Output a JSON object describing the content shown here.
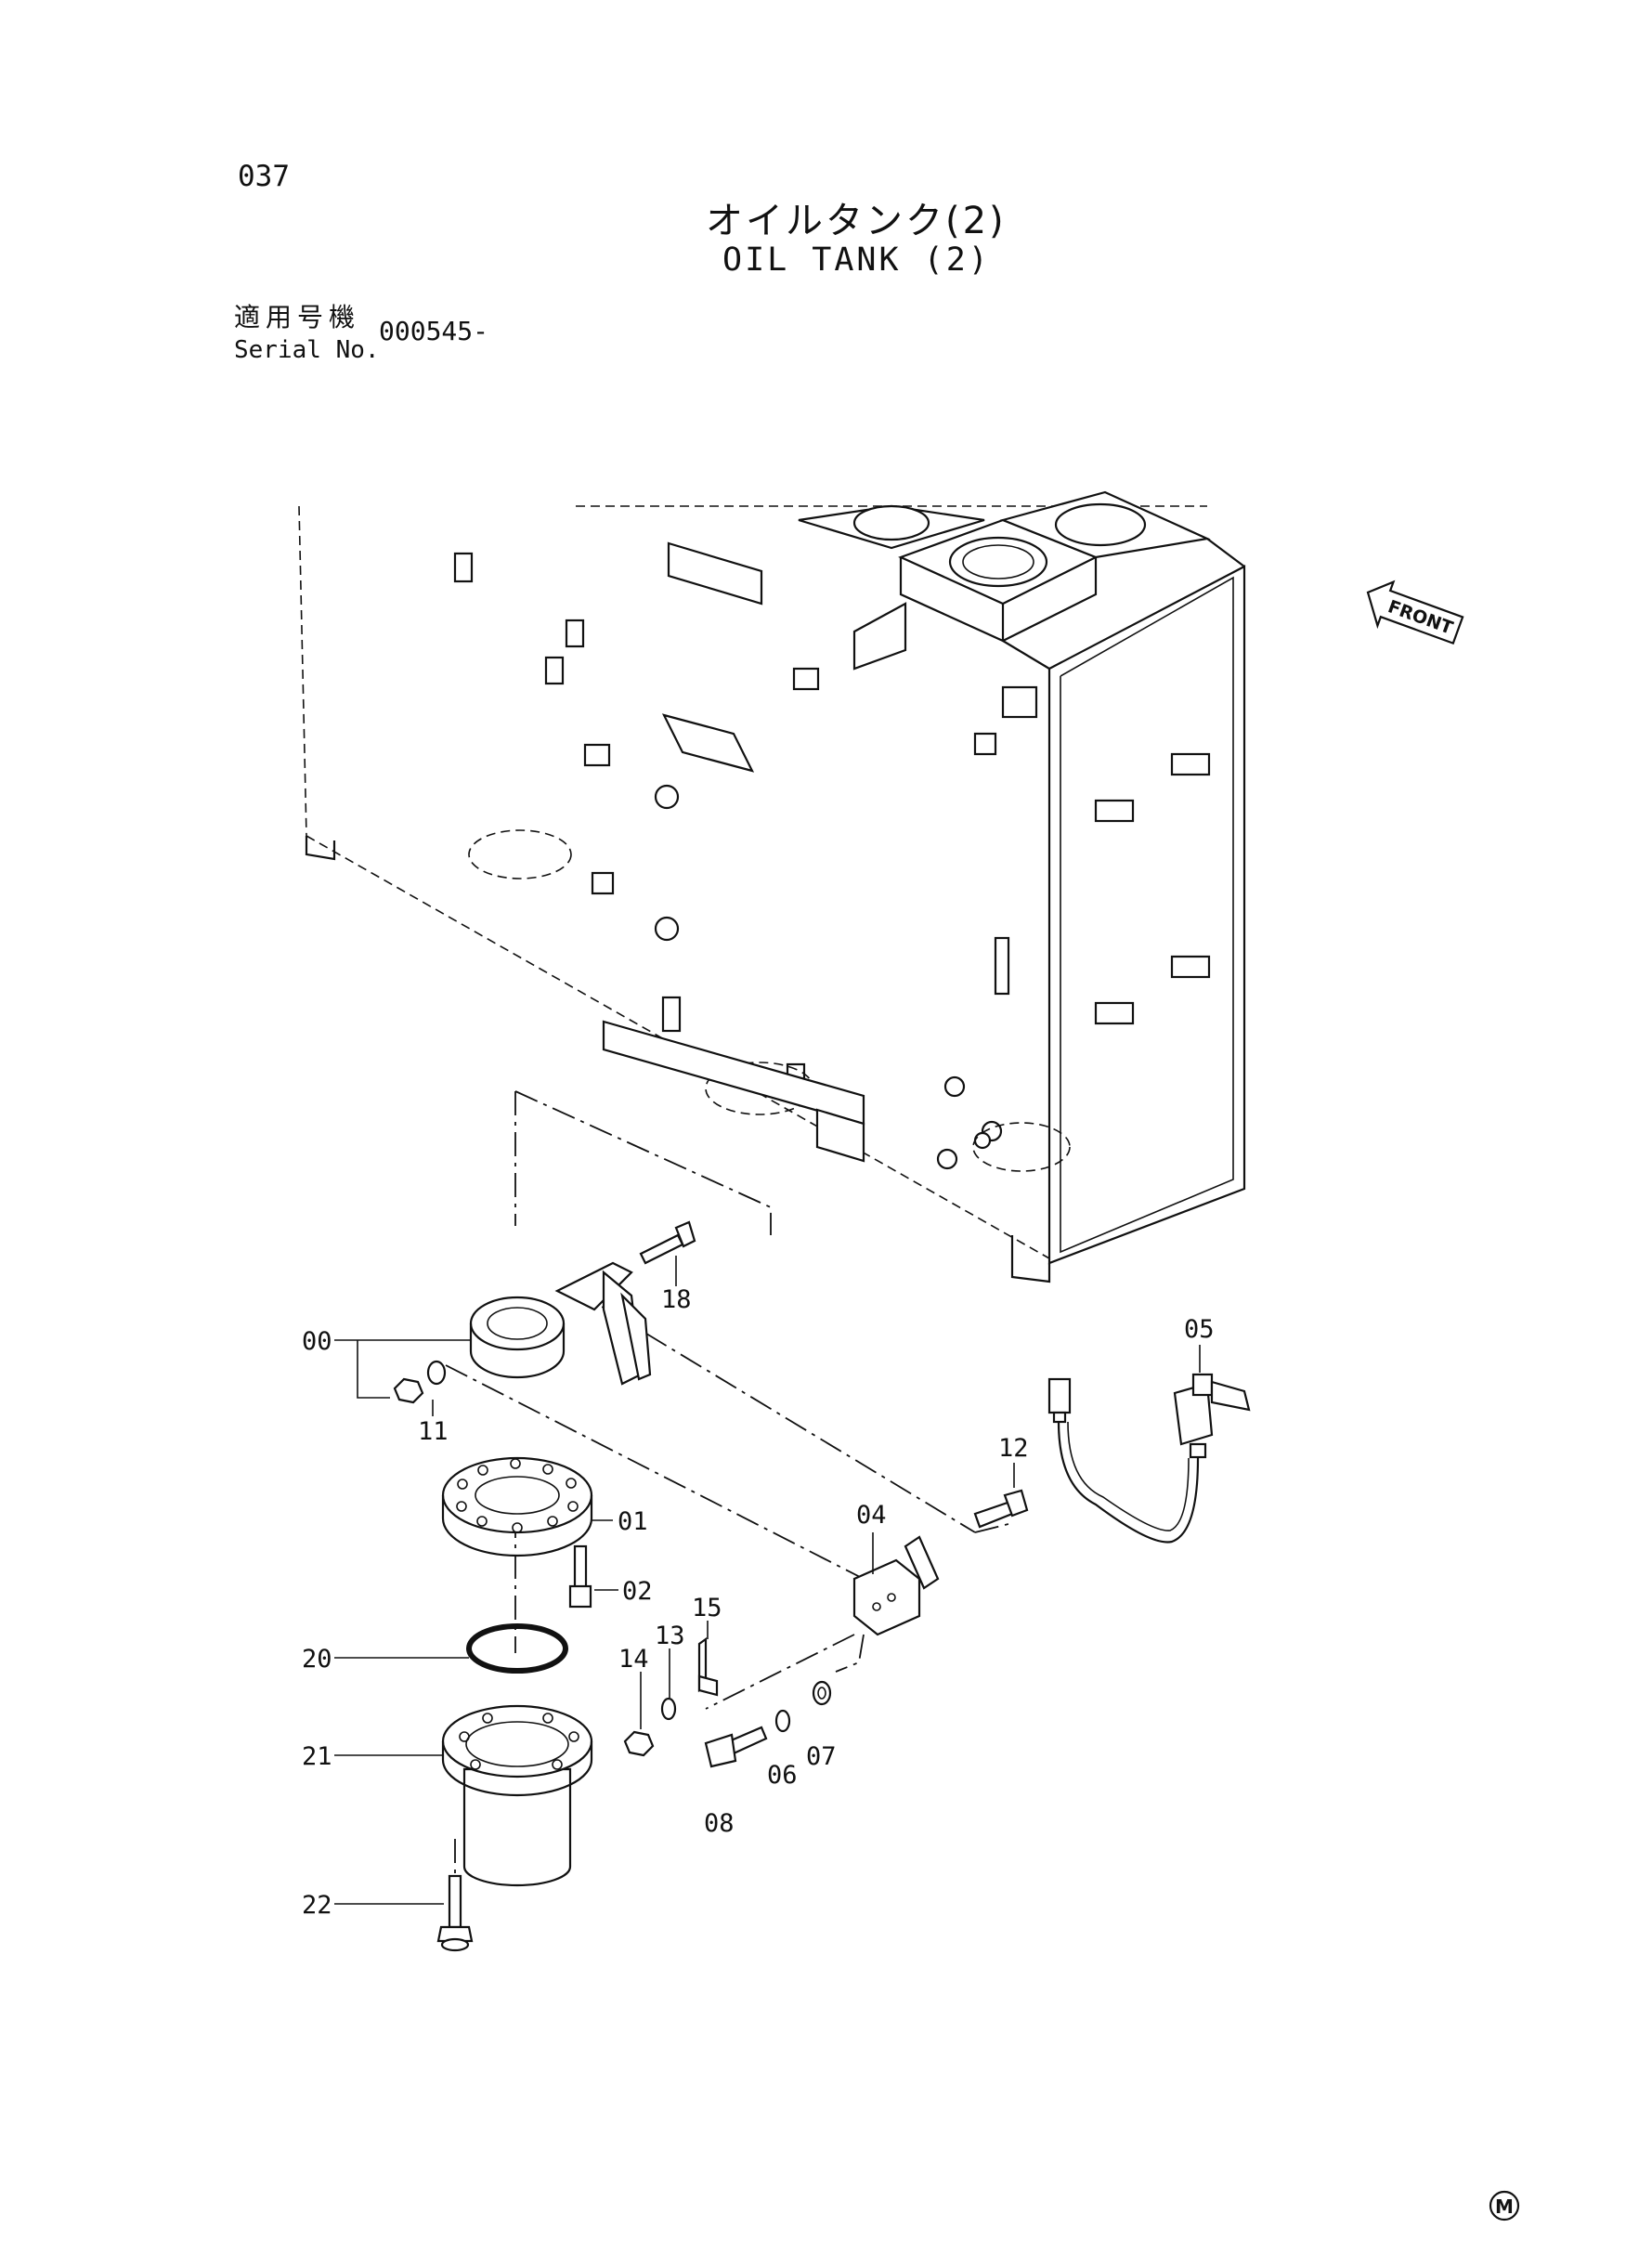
{
  "header": {
    "page_number": "037",
    "title_jp": "オイルタンク(2)",
    "title_en": "OIL TANK (2)",
    "serial_label_jp": "適用号機",
    "serial_label_en": "Serial No.",
    "serial_value": "000545-"
  },
  "front_label": "FRONT",
  "callouts": [
    "00",
    "01",
    "02",
    "04",
    "05",
    "06",
    "07",
    "08",
    "11",
    "12",
    "13",
    "14",
    "15",
    "18",
    "20",
    "21",
    "22"
  ],
  "footer_mark": "M"
}
